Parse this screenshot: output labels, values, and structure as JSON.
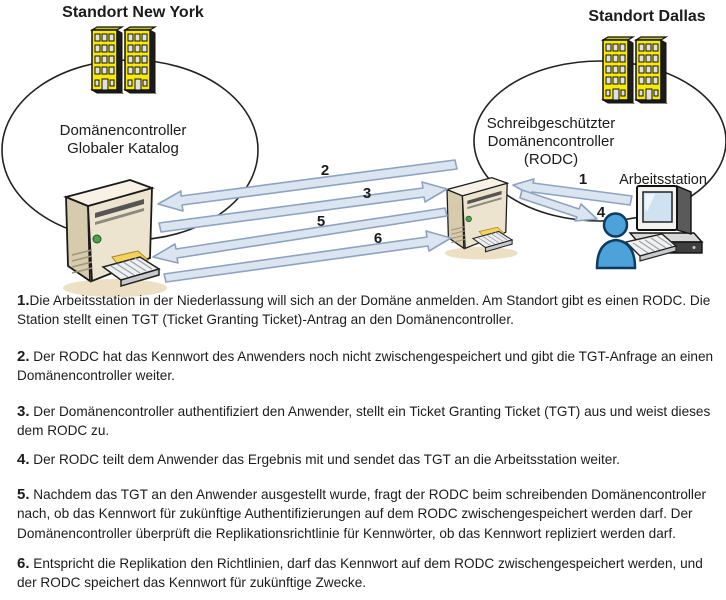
{
  "sites": {
    "new_york": {
      "title": "Standort New York",
      "zone_line1": "Domänencontroller",
      "zone_line2": "Globaler Katalog"
    },
    "dallas": {
      "title": "Standort Dallas",
      "zone_line1": "Schreibgeschützter",
      "zone_line2": "Domänencontroller",
      "zone_line3": "(RODC)",
      "workstation_label": "Arbeitsstation"
    }
  },
  "arrows": [
    {
      "label": "1",
      "from": "Arbeitsstation",
      "to": "RODC",
      "direction": "left"
    },
    {
      "label": "2",
      "from": "RODC",
      "to": "Domänencontroller",
      "direction": "left"
    },
    {
      "label": "3",
      "from": "Domänencontroller",
      "to": "RODC",
      "direction": "right"
    },
    {
      "label": "4",
      "from": "RODC",
      "to": "Arbeitsstation",
      "direction": "right"
    },
    {
      "label": "5",
      "from": "RODC",
      "to": "Domänencontroller",
      "direction": "left"
    },
    {
      "label": "6",
      "from": "Domänencontroller",
      "to": "RODC",
      "direction": "right"
    }
  ],
  "steps": [
    {
      "num": "1.",
      "text": "Die Arbeitsstation in der Niederlassung will sich an der Domäne anmelden. Am Standort gibt es einen RODC. Die Station stellt einen TGT (Ticket Granting Ticket)-Antrag an den Domänencontroller."
    },
    {
      "num": "2.",
      "text": " Der RODC hat das Kennwort des Anwenders noch nicht zwischengespeichert und gibt die TGT-Anfrage an einen Domänencontroller weiter."
    },
    {
      "num": "3.",
      "text": " Der Domänencontroller authentifiziert den Anwender, stellt ein Ticket Granting Ticket (TGT) aus und weist dieses dem RODC zu."
    },
    {
      "num": "4.",
      "text": " Der RODC teilt dem Anwender das Ergebnis mit und sendet das TGT an die Arbeitsstation weiter."
    },
    {
      "num": "5.",
      "text": " Nachdem das TGT an den Anwender ausgestellt wurde, fragt der RODC beim schreibenden Domänencontroller nach, ob das Kennwort für zukünftige Authentifizierungen auf dem RODC zwischengespeichert werden darf. Der Domänencontroller überprüft die Replikationsrichtlinie für Kennwörter, ob das Kennwort repliziert werden darf."
    },
    {
      "num": "6.",
      "text": " Entspricht die Replikation den Richtlinien, darf das Kennwort auf dem RODC zwischengespeichert werden, und der RODC speichert das Kennwort für zukünftige Zwecke."
    }
  ],
  "icons": {
    "buildings": "office-buildings-icon",
    "server_left": "domain-controller-server-icon",
    "server_right": "rodc-server-icon",
    "workstation": "workstation-computer-icon",
    "person": "user-person-icon"
  },
  "colors": {
    "arrow_fill": "#dbe5f1",
    "arrow_stroke": "#8da3c0",
    "building_yellow": "#f8ea00",
    "building_side": "#1c1c1c",
    "building_top": "#c8c800",
    "server_front": "#ede4d0",
    "server_side": "#d7cbae",
    "server_top": "#f7f2e5",
    "screen_blue": "#cfe2f1",
    "person_blue": "#4da2d9",
    "text": "#1c1c1c"
  }
}
